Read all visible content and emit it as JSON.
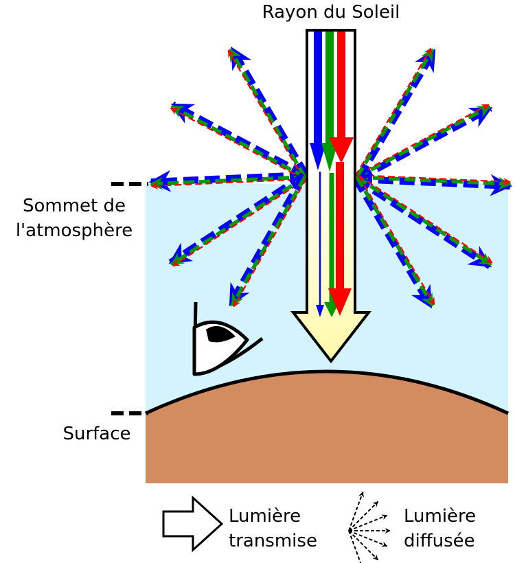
{
  "labels": {
    "sun_ray": "Rayon du Soleil",
    "top_of_atmosphere_line1": "Sommet de",
    "top_of_atmosphere_line2": "l'atmosphère",
    "surface": "Surface"
  },
  "legend": {
    "transmitted_line1": "Lumière",
    "transmitted_line2": "transmise",
    "scattered_line1": "Lumière",
    "scattered_line2": "diffusée"
  },
  "colors": {
    "atmosphere": "#d5f3fd",
    "ground": "#d38c5f",
    "red": "#ff0000",
    "green": "#009900",
    "blue": "#0000ff",
    "beam_top": "#ffffff",
    "beam_bottom": "#fffaaa"
  },
  "icons": {
    "eye": "eye-icon",
    "transmitted_arrow": "hollow-arrow-icon",
    "scattered_arrows": "dashed-arrow-fan-icon"
  }
}
